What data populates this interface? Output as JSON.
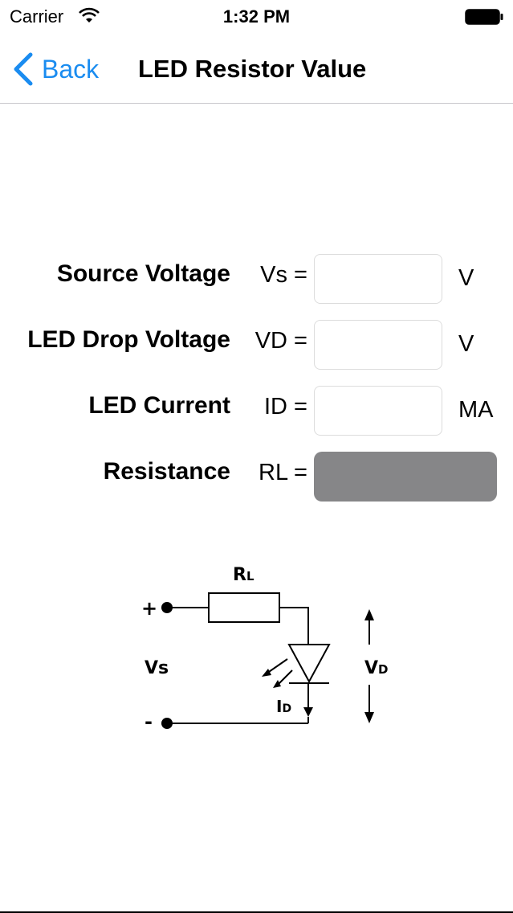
{
  "status_bar": {
    "carrier": "Carrier",
    "time": "1:32 PM"
  },
  "nav": {
    "back_label": "Back",
    "title": "LED Resistor Value"
  },
  "rows": [
    {
      "label": "Source Voltage",
      "symbol": "Vs =",
      "value": "",
      "unit": "V"
    },
    {
      "label": "LED Drop Voltage",
      "symbol": "VD =",
      "value": "",
      "unit": "V"
    },
    {
      "label": "LED Current",
      "symbol": "ID =",
      "value": "",
      "unit": "MA"
    },
    {
      "label": "Resistance",
      "symbol": "RL ="
    }
  ],
  "diagram": {
    "resistor_label": "R",
    "resistor_sub": "L",
    "plus": "+",
    "minus": "-",
    "vs_label": "Vs",
    "vd_label": "V",
    "vd_sub": "D",
    "id_label": "I",
    "id_sub": "D"
  },
  "colors": {
    "accent": "#1a8cf0",
    "result_fill": "#868688"
  }
}
